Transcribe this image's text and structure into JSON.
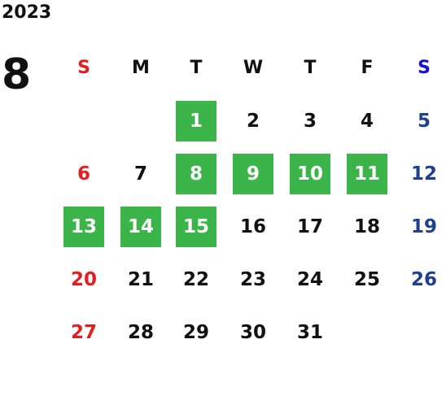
{
  "calendar": {
    "year": "2023",
    "month": "8",
    "weekdays": [
      "S",
      "M",
      "T",
      "W",
      "T",
      "F",
      "S"
    ],
    "weeks": [
      [
        {
          "d": "",
          "hl": false
        },
        {
          "d": "",
          "hl": false
        },
        {
          "d": "1",
          "hl": true
        },
        {
          "d": "2",
          "hl": false
        },
        {
          "d": "3",
          "hl": false
        },
        {
          "d": "4",
          "hl": false
        },
        {
          "d": "5",
          "hl": false
        }
      ],
      [
        {
          "d": "6",
          "hl": false
        },
        {
          "d": "7",
          "hl": false
        },
        {
          "d": "8",
          "hl": true
        },
        {
          "d": "9",
          "hl": true
        },
        {
          "d": "10",
          "hl": true
        },
        {
          "d": "11",
          "hl": true
        },
        {
          "d": "12",
          "hl": false
        }
      ],
      [
        {
          "d": "13",
          "hl": true
        },
        {
          "d": "14",
          "hl": true
        },
        {
          "d": "15",
          "hl": true
        },
        {
          "d": "16",
          "hl": false
        },
        {
          "d": "17",
          "hl": false
        },
        {
          "d": "18",
          "hl": false
        },
        {
          "d": "19",
          "hl": false
        }
      ],
      [
        {
          "d": "20",
          "hl": false
        },
        {
          "d": "21",
          "hl": false
        },
        {
          "d": "22",
          "hl": false
        },
        {
          "d": "23",
          "hl": false
        },
        {
          "d": "24",
          "hl": false
        },
        {
          "d": "25",
          "hl": false
        },
        {
          "d": "26",
          "hl": false
        }
      ],
      [
        {
          "d": "27",
          "hl": false
        },
        {
          "d": "28",
          "hl": false
        },
        {
          "d": "29",
          "hl": false
        },
        {
          "d": "30",
          "hl": false
        },
        {
          "d": "31",
          "hl": false
        },
        {
          "d": "",
          "hl": false
        },
        {
          "d": "",
          "hl": false
        }
      ]
    ]
  },
  "colors": {
    "highlight": "#3bb44a",
    "sunday": "#e02020",
    "saturday_header": "#1010e0",
    "saturday": "#1f3f8f",
    "text": "#111111"
  }
}
